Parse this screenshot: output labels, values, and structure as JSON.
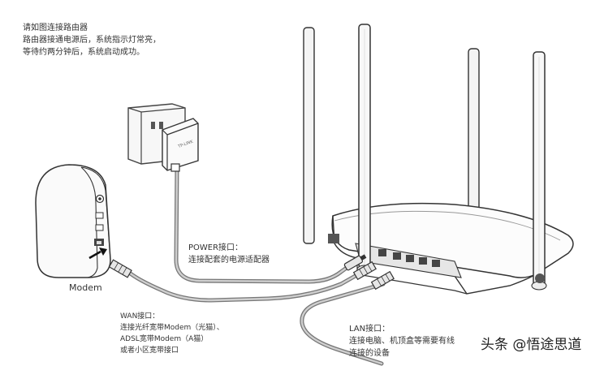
{
  "intro": {
    "line1": "请如图连接路由器",
    "line2": "路由器接通电源后，系统指示灯常亮，",
    "line3": "等待约两分钟后，系统启动成功。"
  },
  "modem": {
    "label": "Modem"
  },
  "power_port": {
    "title": "POWER接口：",
    "desc": "连接配套的电源适配器"
  },
  "wan_port": {
    "title": "WAN接口：",
    "line1": "连接光纤宽带Modem（光猫）、",
    "line2": "ADSL宽带Modem（A猫）",
    "line3": "或者小区宽带接口"
  },
  "lan_port": {
    "title": "LAN接口：",
    "desc1": "连接电脑、机顶盒等需要有线",
    "desc2": "连接的设备"
  },
  "adapter": {
    "brand": "TP-LINK"
  },
  "watermark": {
    "text": "头条 @悟途思道"
  }
}
